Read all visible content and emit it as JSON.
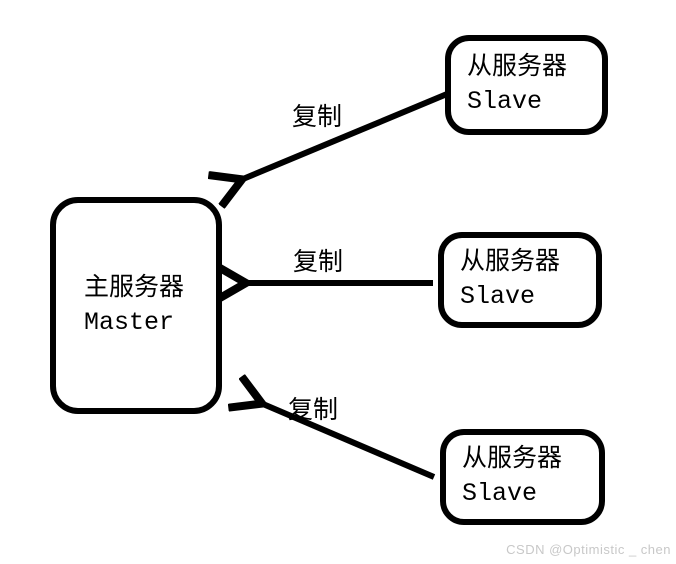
{
  "diagram": {
    "master_node": {
      "title_cn": "主服务器",
      "title_en": "Master"
    },
    "slave_nodes": [
      {
        "title_cn": "从服务器",
        "title_en": "Slave"
      },
      {
        "title_cn": "从服务器",
        "title_en": "Slave"
      },
      {
        "title_cn": "从服务器",
        "title_en": "Slave"
      }
    ],
    "edges": [
      {
        "from": "slave-1",
        "to": "master",
        "label": "复制"
      },
      {
        "from": "slave-2",
        "to": "master",
        "label": "复制"
      },
      {
        "from": "slave-3",
        "to": "master",
        "label": "复制"
      }
    ],
    "colors": {
      "stroke": "#000000",
      "background": "#ffffff",
      "watermark_text": "#c8c8c8"
    }
  },
  "watermark": {
    "text": "CSDN @Optimistic _ chen"
  }
}
